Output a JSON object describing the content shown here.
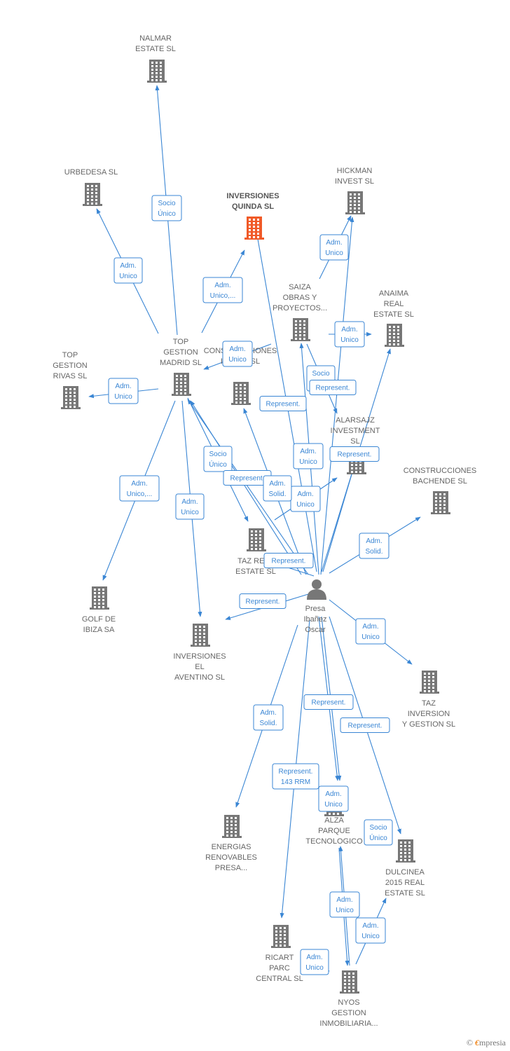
{
  "colors": {
    "accent": "#3a86d4",
    "building": "#777777",
    "highlight": "#f05a28",
    "label": "#666666"
  },
  "nodes": [
    {
      "id": "nalmar",
      "type": "company",
      "lines": [
        "NALMAR",
        "ESTATE  SL"
      ]
    },
    {
      "id": "urbedesa",
      "type": "company",
      "lines": [
        "URBEDESA SL"
      ]
    },
    {
      "id": "quinda",
      "type": "company",
      "highlight": true,
      "lines": [
        "INVERSIONES",
        "QUINDA  SL"
      ]
    },
    {
      "id": "hickman",
      "type": "company",
      "lines": [
        "HICKMAN",
        "INVEST  SL"
      ]
    },
    {
      "id": "saiza",
      "type": "company",
      "lines": [
        "SAIZA",
        "OBRAS Y",
        "PROYECTOS..."
      ]
    },
    {
      "id": "anaima",
      "type": "company",
      "lines": [
        "ANAIMA",
        "REAL",
        "ESTATE  SL"
      ]
    },
    {
      "id": "topmadrid",
      "type": "company",
      "lines": [
        "TOP",
        "GESTION",
        "MADRID  SL"
      ]
    },
    {
      "id": "ibanez",
      "type": "company",
      "lines": [
        "CONSTRUCCIONES",
        "IBANEZ SL"
      ]
    },
    {
      "id": "toprivas",
      "type": "company",
      "lines": [
        "TOP",
        "GESTION",
        "RIVAS  SL"
      ]
    },
    {
      "id": "alarsa",
      "type": "company",
      "lines": [
        "ALARSAJZ",
        "INVESTMENT",
        "SL"
      ]
    },
    {
      "id": "bachende",
      "type": "company",
      "lines": [
        "CONSTRUCCIONES",
        "BACHENDE SL"
      ]
    },
    {
      "id": "tazreal",
      "type": "company",
      "lines": [
        "TAZ REAL",
        "ESTATE  SL"
      ]
    },
    {
      "id": "golf",
      "type": "company",
      "lines": [
        "GOLF DE",
        "IBIZA SA"
      ]
    },
    {
      "id": "presa",
      "type": "person",
      "lines": [
        "Presa",
        "Ibañez",
        "Oscar"
      ]
    },
    {
      "id": "aventino",
      "type": "company",
      "lines": [
        "INVERSIONES",
        "EL",
        "AVENTINO  SL"
      ]
    },
    {
      "id": "tazinv",
      "type": "company",
      "lines": [
        "TAZ",
        "INVERSION",
        "Y GESTION  SL"
      ]
    },
    {
      "id": "energias",
      "type": "company",
      "lines": [
        "ENERGIAS",
        "RENOVABLES",
        "PRESA..."
      ]
    },
    {
      "id": "alza",
      "type": "company",
      "lines": [
        "ALZA",
        "PARQUE",
        "TECNOLOGICO"
      ]
    },
    {
      "id": "dulcinea",
      "type": "company",
      "lines": [
        "DULCINEA",
        "2015 REAL",
        "ESTATE  SL"
      ]
    },
    {
      "id": "ricart",
      "type": "company",
      "lines": [
        "RICART",
        "PARC",
        "CENTRAL SL"
      ]
    },
    {
      "id": "nyos",
      "type": "company",
      "lines": [
        "NYOS",
        "GESTION",
        "INMOBILIARIA..."
      ]
    }
  ],
  "edges": [
    {
      "from": "topmadrid",
      "to": "nalmar",
      "label": [
        "Socio",
        "Único"
      ]
    },
    {
      "from": "topmadrid",
      "to": "urbedesa",
      "label": [
        "Adm.",
        "Unico"
      ]
    },
    {
      "from": "topmadrid",
      "to": "quinda",
      "label": [
        "Adm.",
        "Unico,..."
      ]
    },
    {
      "from": "topmadrid",
      "to": "toprivas",
      "label": [
        "Adm.",
        "Unico"
      ]
    },
    {
      "from": "topmadrid",
      "to": "golf",
      "label": [
        "Adm.",
        "Unico,..."
      ]
    },
    {
      "from": "topmadrid",
      "to": "aventino",
      "label": [
        "Adm.",
        "Unico"
      ]
    },
    {
      "from": "topmadrid",
      "to": "tazreal",
      "label": [
        "Socio",
        "Único"
      ]
    },
    {
      "from": "saiza",
      "to": "topmadrid",
      "label": [
        "Adm.",
        "Unico"
      ]
    },
    {
      "from": "saiza",
      "to": "anaima",
      "label": [
        "Adm.",
        "Unico"
      ]
    },
    {
      "from": "saiza",
      "to": "alarsa",
      "label": [
        "Socio",
        "Único"
      ]
    },
    {
      "from": "presa",
      "to": "quinda",
      "label": []
    },
    {
      "from": "presa",
      "to": "hickman",
      "label": [
        "Adm.",
        "Unico"
      ]
    },
    {
      "from": "presa",
      "to": "hickman",
      "label": []
    },
    {
      "from": "presa",
      "to": "saiza",
      "label": [
        "Adm.",
        "Unico"
      ]
    },
    {
      "from": "presa",
      "to": "anaima",
      "label": [
        "Represent."
      ]
    },
    {
      "from": "presa",
      "to": "ibanez",
      "label": [
        "Represent."
      ]
    },
    {
      "from": "presa",
      "to": "alarsa",
      "label": [
        "Represent."
      ]
    },
    {
      "from": "presa",
      "to": "alarsa",
      "label": [
        "Adm.",
        "Unico"
      ]
    },
    {
      "from": "presa",
      "to": "topmadrid",
      "label": [
        "Represent."
      ]
    },
    {
      "from": "presa",
      "to": "topmadrid",
      "label": [
        "Adm.",
        "Solid."
      ]
    },
    {
      "from": "presa",
      "to": "bachende",
      "label": [
        "Adm.",
        "Solid."
      ]
    },
    {
      "from": "presa",
      "to": "tazreal",
      "label": [
        "Represent."
      ]
    },
    {
      "from": "presa",
      "to": "aventino",
      "label": [
        "Represent."
      ]
    },
    {
      "from": "presa",
      "to": "tazinv",
      "label": [
        "Adm.",
        "Unico"
      ]
    },
    {
      "from": "presa",
      "to": "energias",
      "label": [
        "Adm.",
        "Solid."
      ]
    },
    {
      "from": "presa",
      "to": "alza",
      "label": [
        "Represent."
      ]
    },
    {
      "from": "presa",
      "to": "alza",
      "label": [
        "Adm.",
        "Unico"
      ]
    },
    {
      "from": "presa",
      "to": "dulcinea",
      "label": [
        "Represent."
      ]
    },
    {
      "from": "presa",
      "to": "ricart",
      "label": [
        "Represent.",
        "143 RRM"
      ]
    },
    {
      "from": "alza",
      "to": "nyos",
      "label": [
        "Adm.",
        "Unico"
      ]
    },
    {
      "from": "nyos",
      "to": "alza",
      "label": []
    },
    {
      "from": "nyos",
      "to": "dulcinea",
      "label": [
        "Adm.",
        "Unico"
      ]
    },
    {
      "from": "ricart",
      "to": "nyos",
      "label": [
        "Adm.",
        "Unico"
      ]
    },
    {
      "from": "alza",
      "to": "dulcinea",
      "label": [
        "Socio",
        "Único"
      ]
    }
  ],
  "brand": {
    "copyright": "©",
    "name_first": "€",
    "name_rest": "mpresia"
  }
}
